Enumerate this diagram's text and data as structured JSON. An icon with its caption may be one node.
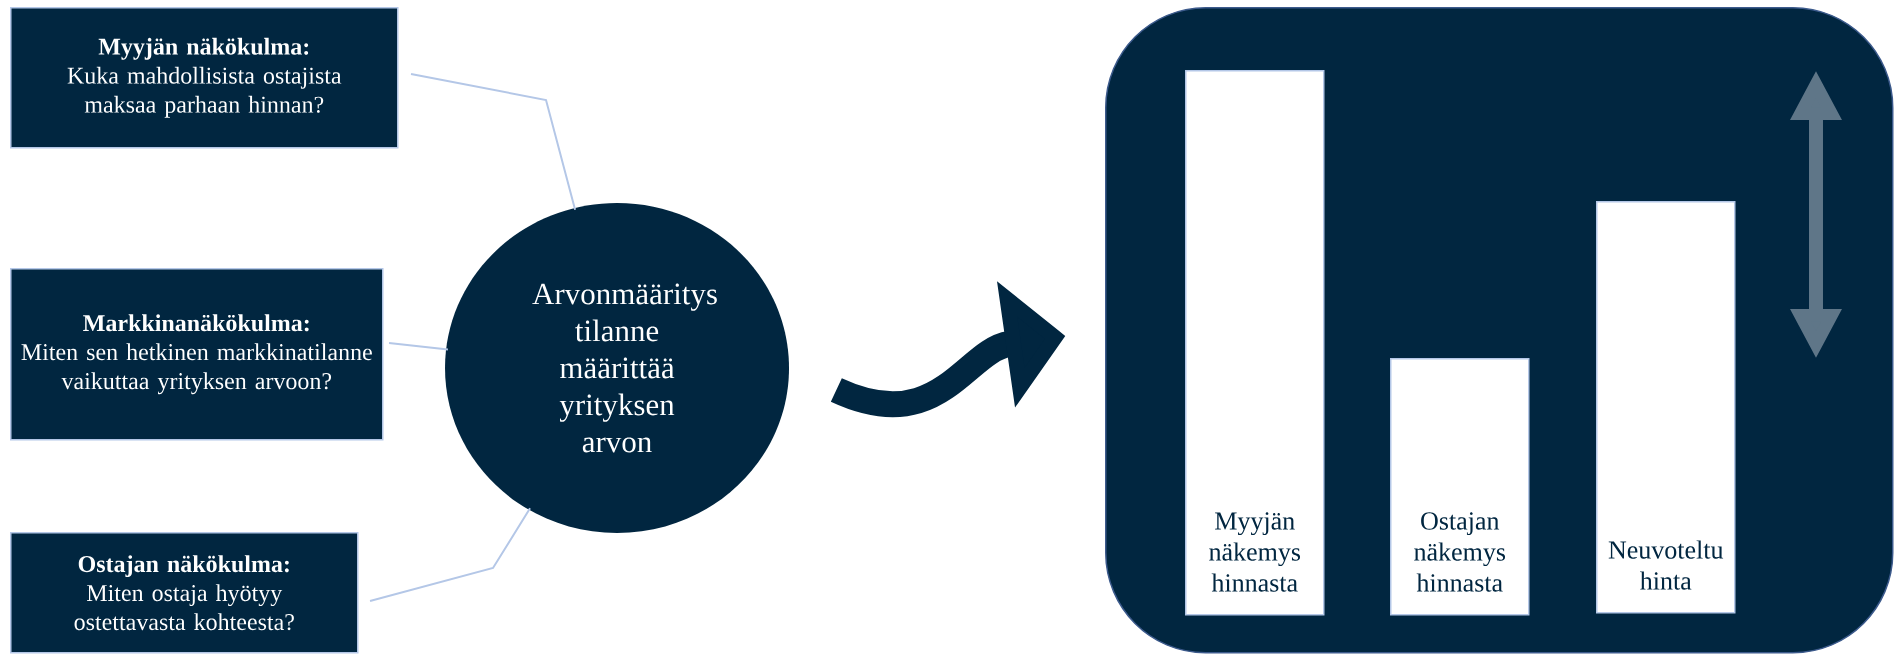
{
  "diagram": {
    "nodes": [
      {
        "text": [
          "Myyjän näkökulma:",
          "Kuka mahdollisista ostajista maksaa parhaan hinnan?"
        ]
      },
      {
        "text": [
          "Markkinanäkökulma:",
          "Miten sen hetkinen markkinatilanne vaikuttaa yrityksen arvoon?"
        ]
      },
      {
        "text": [
          "Ostajan näkökulma:",
          "Miten ostaja hyötyy ostettavasta kohteesta?"
        ]
      },
      {
        "text": [
          "Arvonmääritys tilanne määrittää yrityksen arvon"
        ]
      },
      {
        "text": [],
        "shape": "box"
      },
      {
        "text": [
          "Myyjän näkemys hinnasta"
        ],
        "in": 4
      },
      {
        "text": [
          "Ostajan näkemys hinnasta"
        ],
        "in": 4
      },
      {
        "text": [
          "Neuvoteltu hinta"
        ],
        "in": 4
      }
    ],
    "edges": [
      {
        "from": 0,
        "to": 3,
        "arrow": "none"
      },
      {
        "from": 1,
        "to": 3,
        "arrow": "none"
      },
      {
        "from": 2,
        "to": 3,
        "arrow": "none"
      },
      {
        "from": 3,
        "to": 4,
        "arrow": "to",
        "style": "thick",
        "color": "#012640"
      }
    ]
  }
}
